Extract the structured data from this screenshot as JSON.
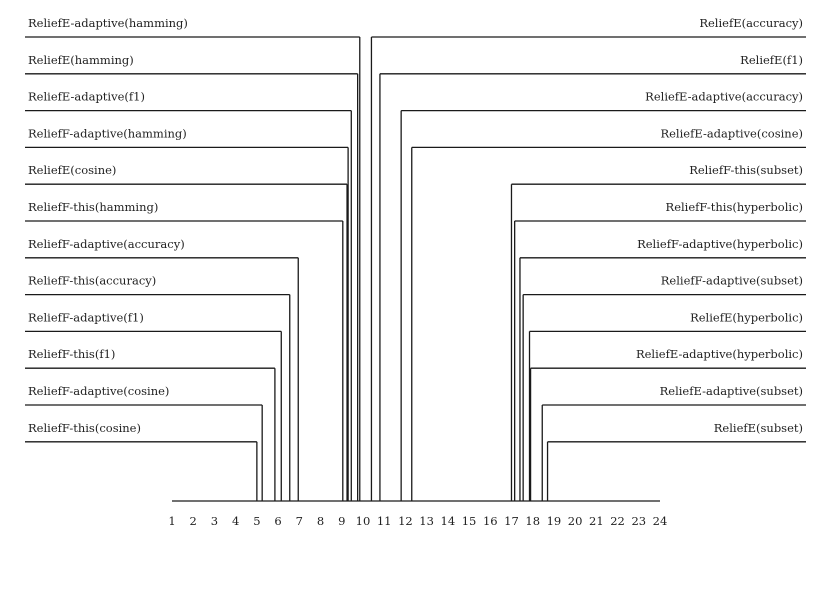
{
  "chart_data": {
    "type": "critical-difference-diagram",
    "axis": {
      "min": 1,
      "max": 24,
      "ticks": [
        1,
        2,
        3,
        4,
        5,
        6,
        7,
        8,
        9,
        10,
        11,
        12,
        13,
        14,
        15,
        16,
        17,
        18,
        19,
        20,
        21,
        22,
        23,
        24
      ]
    },
    "colors": {
      "line": "#1a1a1a",
      "text": "#222222"
    },
    "left": [
      {
        "name": "ReliefE-adaptive(hamming)",
        "rank": 9.85
      },
      {
        "name": "ReliefE(hamming)",
        "rank": 9.75
      },
      {
        "name": "ReliefE-adaptive(f1)",
        "rank": 9.45
      },
      {
        "name": "ReliefF-adaptive(hamming)",
        "rank": 9.3
      },
      {
        "name": "ReliefE(cosine)",
        "rank": 9.25
      },
      {
        "name": "ReliefF-this(hamming)",
        "rank": 9.05
      },
      {
        "name": "ReliefF-adaptive(accuracy)",
        "rank": 6.95
      },
      {
        "name": "ReliefF-this(accuracy)",
        "rank": 6.55
      },
      {
        "name": "ReliefF-adaptive(f1)",
        "rank": 6.15
      },
      {
        "name": "ReliefF-this(f1)",
        "rank": 5.85
      },
      {
        "name": "ReliefF-adaptive(cosine)",
        "rank": 5.25
      },
      {
        "name": "ReliefF-this(cosine)",
        "rank": 5.0
      }
    ],
    "right": [
      {
        "name": "ReliefE(accuracy)",
        "rank": 10.4
      },
      {
        "name": "ReliefE(f1)",
        "rank": 10.8
      },
      {
        "name": "ReliefE-adaptive(accuracy)",
        "rank": 11.8
      },
      {
        "name": "ReliefE-adaptive(cosine)",
        "rank": 12.3
      },
      {
        "name": "ReliefF-this(subset)",
        "rank": 17.0
      },
      {
        "name": "ReliefF-this(hyperbolic)",
        "rank": 17.15
      },
      {
        "name": "ReliefF-adaptive(hyperbolic)",
        "rank": 17.4
      },
      {
        "name": "ReliefF-adaptive(subset)",
        "rank": 17.55
      },
      {
        "name": "ReliefE(hyperbolic)",
        "rank": 17.85
      },
      {
        "name": "ReliefE-adaptive(hyperbolic)",
        "rank": 17.9
      },
      {
        "name": "ReliefE-adaptive(subset)",
        "rank": 18.45
      },
      {
        "name": "ReliefE(subset)",
        "rank": 18.7
      }
    ]
  }
}
